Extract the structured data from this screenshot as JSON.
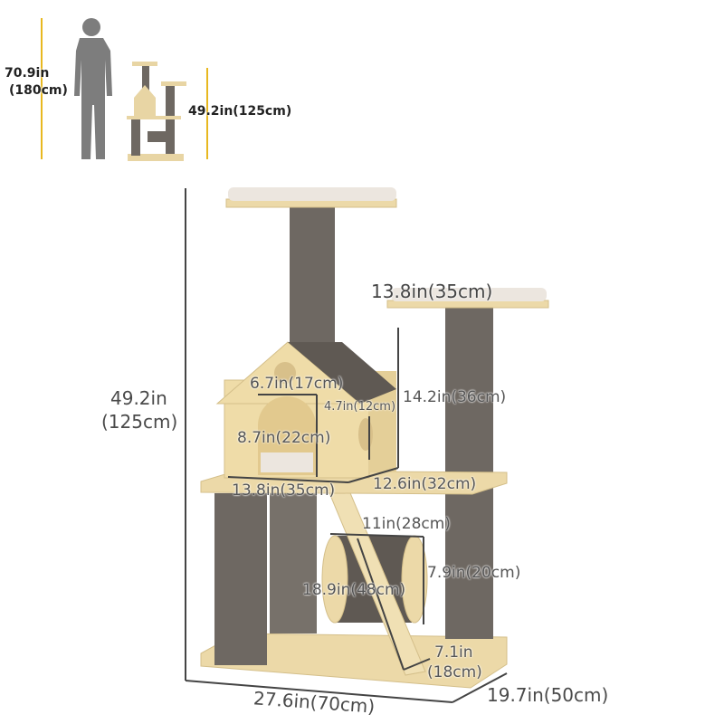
{
  "scale_reference": {
    "person_height": "70.9in",
    "person_height_cm": "(180cm)",
    "tree_height": "49.2in(125cm)",
    "accent_line_color": "#e8b820"
  },
  "dimensions": {
    "total_height": "49.2in",
    "total_height_cm": "(125cm)",
    "top_perch_width": "13.8in(35cm)",
    "door_width": "6.7in(17cm)",
    "window_height": "4.7in(12cm)",
    "house_height": "14.2in(36cm)",
    "door_height": "8.7in(22cm)",
    "platform_width": "13.8in(35cm)",
    "platform_depth": "12.6in(32cm)",
    "drum_width": "11in(28cm)",
    "drum_diameter": "7.9in(20cm)",
    "ladder_length": "18.9in(48cm)",
    "ladder_width": "7.1in",
    "ladder_width_cm": "(18cm)",
    "base_width": "27.6in(70cm)",
    "base_depth": "19.7in(50cm)"
  },
  "colors": {
    "wood": "#ecd9a8",
    "sisal": "#6e6862",
    "cushion": "#ece6df",
    "line": "#444444"
  }
}
